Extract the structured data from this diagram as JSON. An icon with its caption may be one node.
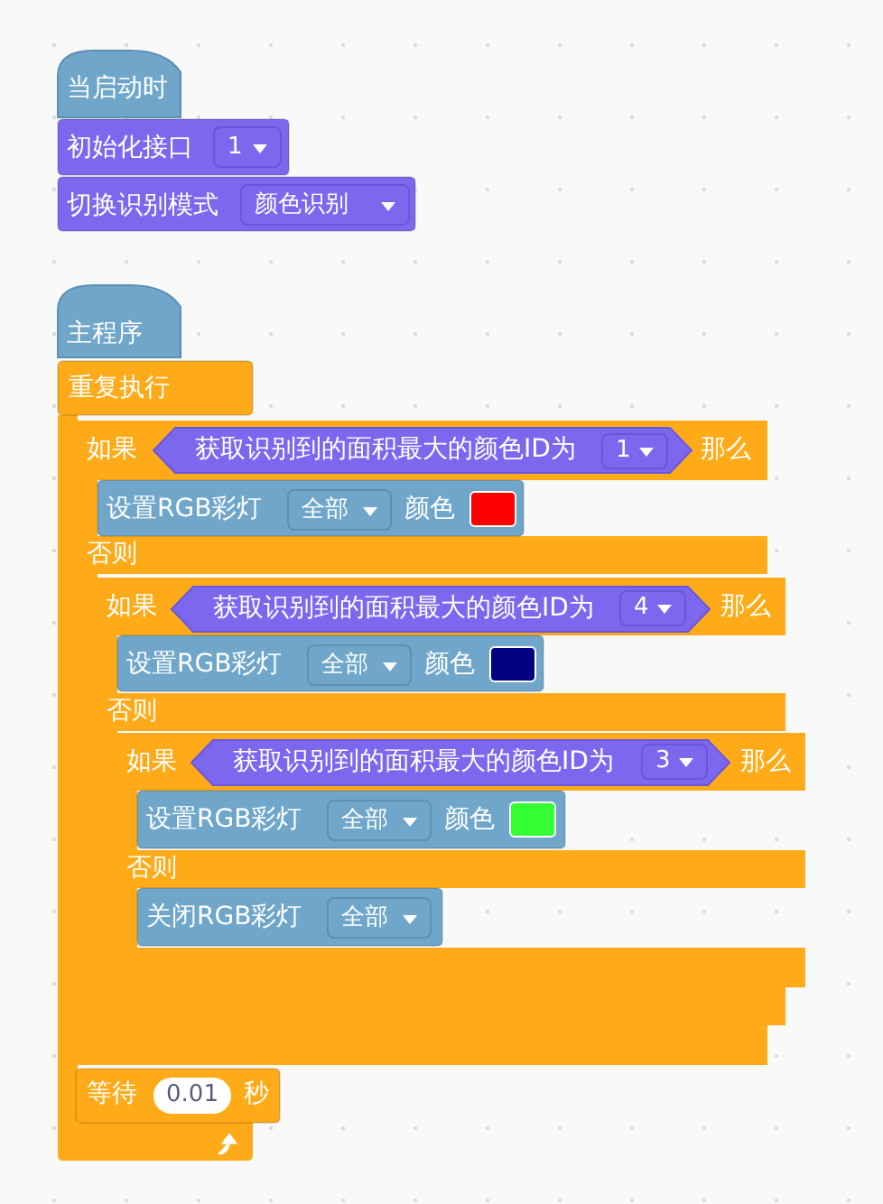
{
  "diagram": {
    "nodes": [
      {
        "text": [
          "当启动时"
        ]
      },
      {
        "text": [
          "初始化接口"
        ]
      },
      {
        "text": [
          "1"
        ],
        "in": 1
      },
      {
        "text": [
          "切换识别模式"
        ]
      },
      {
        "text": [
          "颜色识别"
        ],
        "in": 3
      },
      {
        "text": [
          "主程序"
        ]
      },
      {
        "text": [
          "重复执行"
        ]
      },
      {
        "text": [
          "如果",
          "那么",
          "否则"
        ]
      },
      {
        "text": [
          "获取识别到的面积最大的颜色ID为"
        ],
        "in": 7
      },
      {
        "text": [
          "1"
        ],
        "in": 8
      },
      {
        "text": [
          "设置RGB彩灯",
          "颜色"
        ],
        "in": 7
      },
      {
        "text": [
          "全部"
        ],
        "in": 10
      },
      {
        "text": [],
        "shape": "box",
        "in": 10
      },
      {
        "text": [
          "如果",
          "那么",
          "否则"
        ],
        "in": 7
      },
      {
        "text": [
          "获取识别到的面积最大的颜色ID为"
        ],
        "in": 13
      },
      {
        "text": [
          "4"
        ],
        "in": 14
      },
      {
        "text": [
          "设置RGB彩灯",
          "颜色"
        ],
        "in": 13
      },
      {
        "text": [
          "全部"
        ],
        "in": 16
      },
      {
        "text": [],
        "shape": "box",
        "in": 16
      },
      {
        "text": [
          "如果",
          "那么",
          "否则"
        ],
        "in": 13
      },
      {
        "text": [
          "获取识别到的面积最大的颜色ID为"
        ],
        "in": 19
      },
      {
        "text": [
          "3"
        ],
        "in": 20
      },
      {
        "text": [
          "设置RGB彩灯",
          "颜色"
        ],
        "in": 19
      },
      {
        "text": [
          "全部"
        ],
        "in": 22
      },
      {
        "text": [],
        "shape": "box",
        "in": 22
      },
      {
        "text": [
          "关闭RGB彩灯"
        ],
        "in": 19
      },
      {
        "text": [
          "全部"
        ],
        "in": 25
      },
      {
        "text": [
          "等待",
          "秒"
        ]
      },
      {
        "text": [
          "0.01"
        ],
        "in": 27
      }
    ]
  }
}
